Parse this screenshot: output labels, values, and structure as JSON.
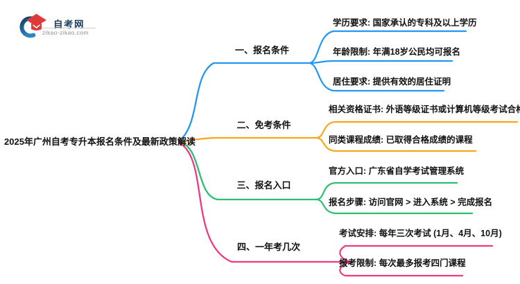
{
  "logo": {
    "title": "自考网",
    "domain": "zikao-zikao.com"
  },
  "root": {
    "label": "2025年广州自考专升本报名条件及最新政策解读"
  },
  "branches": [
    {
      "label": "一、报名条件",
      "color": "#2196F3",
      "children": [
        "学历要求: 国家承认的专科及以上学历",
        "年龄限制: 年满18岁公民均可报名",
        "居住要求: 提供有效的居住证明"
      ]
    },
    {
      "label": "二、免考条件",
      "color": "#F9A61A",
      "children": [
        "相关资格证书: 外语等级证书或计算机等级考试合格证",
        "同类课程成绩: 已取得合格成绩的课程"
      ]
    },
    {
      "label": "三、报名入口",
      "color": "#2BBE6E",
      "children": [
        "官方入口: 广东省自学考试管理系统",
        "报名步骤: 访问官网 > 进入系统 > 完成报名"
      ]
    },
    {
      "label": "四、一年考几次",
      "color": "#F0387E",
      "children": [
        "考试安排: 每年三次考试 (1月、4月、10月)",
        "报考限制: 每次最多报考四门课程"
      ]
    }
  ],
  "colors": {
    "text": "#111111",
    "logo_navy": "#1C3D5E",
    "logo_blue": "#1E6FAE",
    "logo_red": "#DE3A3A"
  }
}
